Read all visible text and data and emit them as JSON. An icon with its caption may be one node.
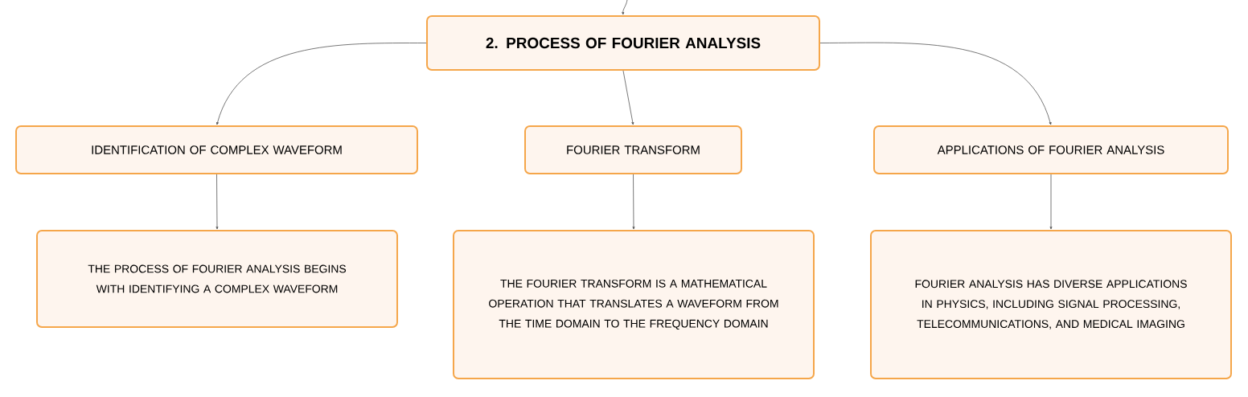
{
  "diagram": {
    "nodes": [
      {
        "text": [
          "2. PROCESS OF FOURIER ANALYSIS"
        ]
      },
      {
        "text": [
          "IDENTIFICATION OF COMPLEX WAVEFORM"
        ]
      },
      {
        "text": [
          "FOURIER TRANSFORM"
        ]
      },
      {
        "text": [
          "APPLICATIONS OF FOURIER ANALYSIS"
        ]
      },
      {
        "text": [
          "THE PROCESS OF FOURIER ANALYSIS BEGINS WITH IDENTIFYING A COMPLEX WAVEFORM"
        ]
      },
      {
        "text": [
          "THE FOURIER TRANSFORM IS A MATHEMATICAL OPERATION THAT TRANSLATES A WAVEFORM FROM THE TIME DOMAIN TO THE FREQUENCY DOMAIN"
        ]
      },
      {
        "text": [
          "FOURIER ANALYSIS HAS DIVERSE APPLICATIONS IN PHYSICS, INCLUDING SIGNAL PROCESSING, TELECOMMUNICATIONS, AND MEDICAL IMAGING"
        ]
      }
    ],
    "edges": [
      {
        "from": null,
        "to": 0,
        "arrow": "to"
      },
      {
        "from": 0,
        "to": 1,
        "arrow": "to"
      },
      {
        "from": 0,
        "to": 2,
        "arrow": "to"
      },
      {
        "from": 0,
        "to": 3,
        "arrow": "to"
      },
      {
        "from": 1,
        "to": 4,
        "arrow": "to"
      },
      {
        "from": 2,
        "to": 5,
        "arrow": "to"
      },
      {
        "from": 3,
        "to": 6,
        "arrow": "to"
      }
    ]
  }
}
